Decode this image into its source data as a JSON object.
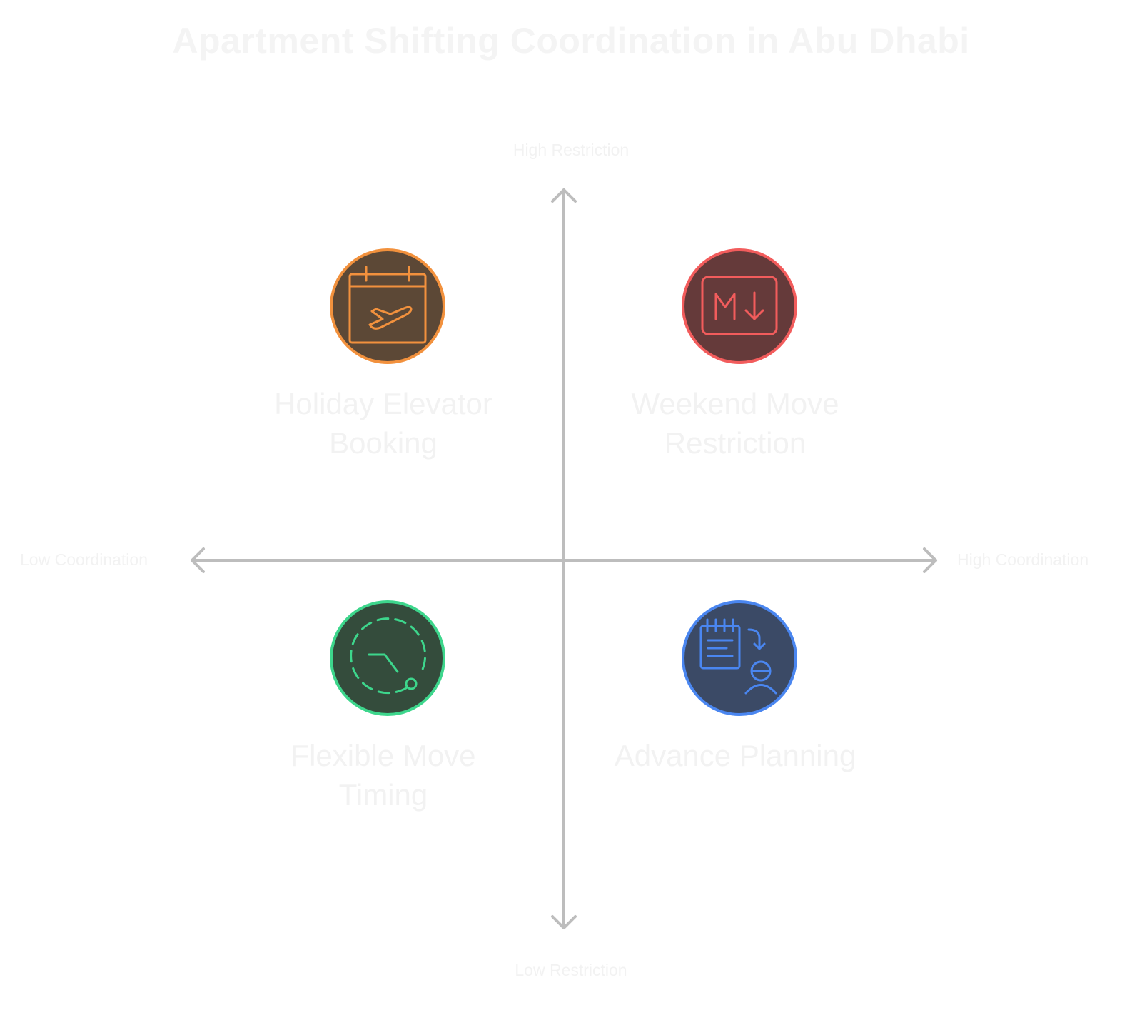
{
  "title": "Apartment Shifting Coordination in Abu Dhabi",
  "axes": {
    "top": "High Restriction",
    "bottom": "Low Restriction",
    "left": "Low Coordination",
    "right": "High Coordination"
  },
  "quadrants": {
    "top_left": {
      "label_line1": "Holiday Elevator",
      "label_line2": "Booking",
      "icon": "calendar-airplane-icon",
      "accent": "#F2913D",
      "fill": "#5C4836"
    },
    "top_right": {
      "label_line1": "Weekend Move",
      "label_line2": "Restriction",
      "icon": "markdown-down-arrow-icon",
      "accent": "#F25C5C",
      "fill": "#653A3A"
    },
    "bottom_left": {
      "label_line1": "Flexible Move",
      "label_line2": "Timing",
      "icon": "clock-dashed-icon",
      "accent": "#3DD68C",
      "fill": "#344C3C"
    },
    "bottom_right": {
      "label_line1": "Advance Planning",
      "label_line2": "",
      "icon": "notepad-person-icon",
      "accent": "#4A86F0",
      "fill": "#3B4A66"
    }
  },
  "colors": {
    "axis": "#BDBDBD",
    "text": "#F2F2F2"
  }
}
